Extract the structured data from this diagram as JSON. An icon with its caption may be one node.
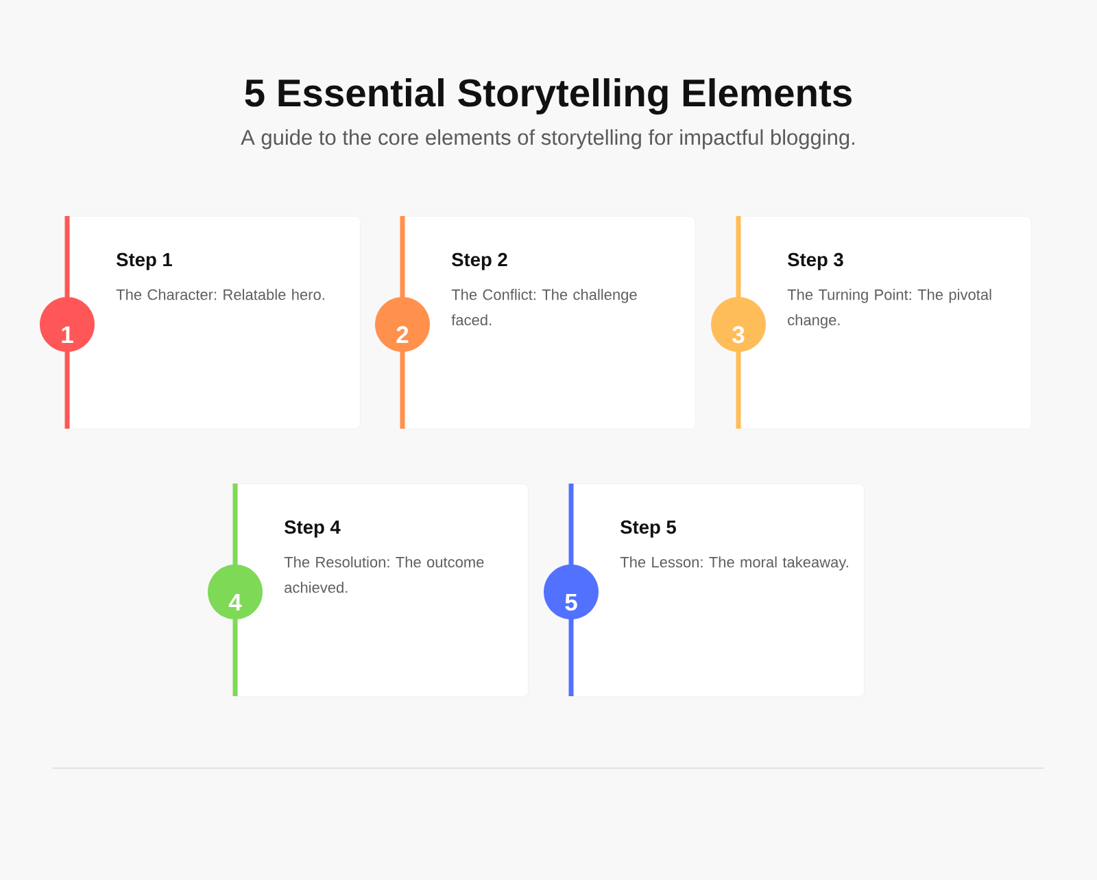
{
  "diagram": {
    "title": "5 Essential Storytelling Elements",
    "caption": "A guide to the core elements of storytelling for impactful blogging.",
    "nodes": [
      {
        "text": [
          "1"
        ]
      },
      {
        "text": [
          "Step 1",
          "The Character: Relatable hero."
        ]
      },
      {
        "text": [
          "2"
        ]
      },
      {
        "text": [
          "Step 2",
          "The Conflict: The challenge faced."
        ]
      },
      {
        "text": [
          "3"
        ]
      },
      {
        "text": [
          "Step 3",
          "The Turning Point: The pivotal change."
        ]
      },
      {
        "text": [
          "4"
        ]
      },
      {
        "text": [
          "Step 4",
          "The Resolution: The outcome achieved."
        ]
      },
      {
        "text": [
          "5"
        ]
      },
      {
        "text": [
          "Step 5",
          "The Lesson: The moral takeaway."
        ]
      }
    ]
  }
}
